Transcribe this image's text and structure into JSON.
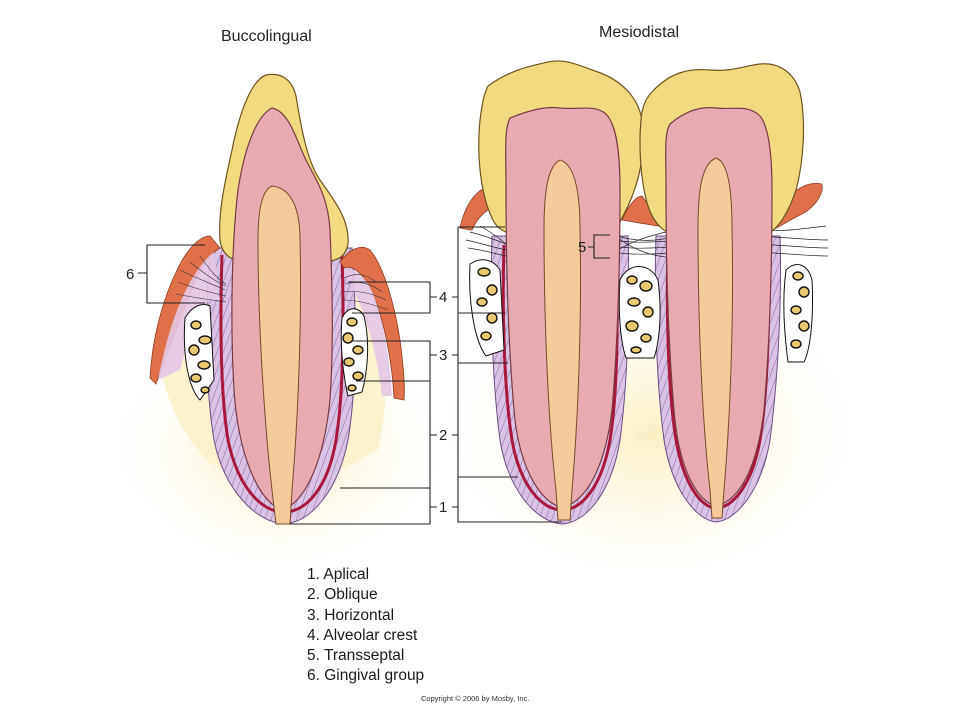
{
  "figure": {
    "views": [
      {
        "title": "Buccolingual"
      },
      {
        "title": "Mesiodistal"
      }
    ],
    "bracket_labels": {
      "apical": "1",
      "oblique": "2",
      "horizontal": "3",
      "alveolar_crest": "4",
      "transseptal": "5",
      "gingival": "6"
    },
    "legend": [
      "1. Aplical",
      "2. Oblique",
      "3. Horizontal",
      "4. Alveolar crest",
      "5. Transseptal",
      "6. Gingival group"
    ],
    "copyright": "Copyright © 2006 by Mosby, Inc.",
    "colors": {
      "enamel": "#f2da80",
      "dentin": "#e8aab0",
      "pulp": "#f5c99a",
      "pdl": "#c9aad6",
      "cementum": "#a8183a",
      "gingiva": "#e0704a",
      "bone_marrow": "#e8c870",
      "bone_outline": "#111111",
      "soft_tissue": "#fbf3cf",
      "line": "#222222"
    }
  }
}
